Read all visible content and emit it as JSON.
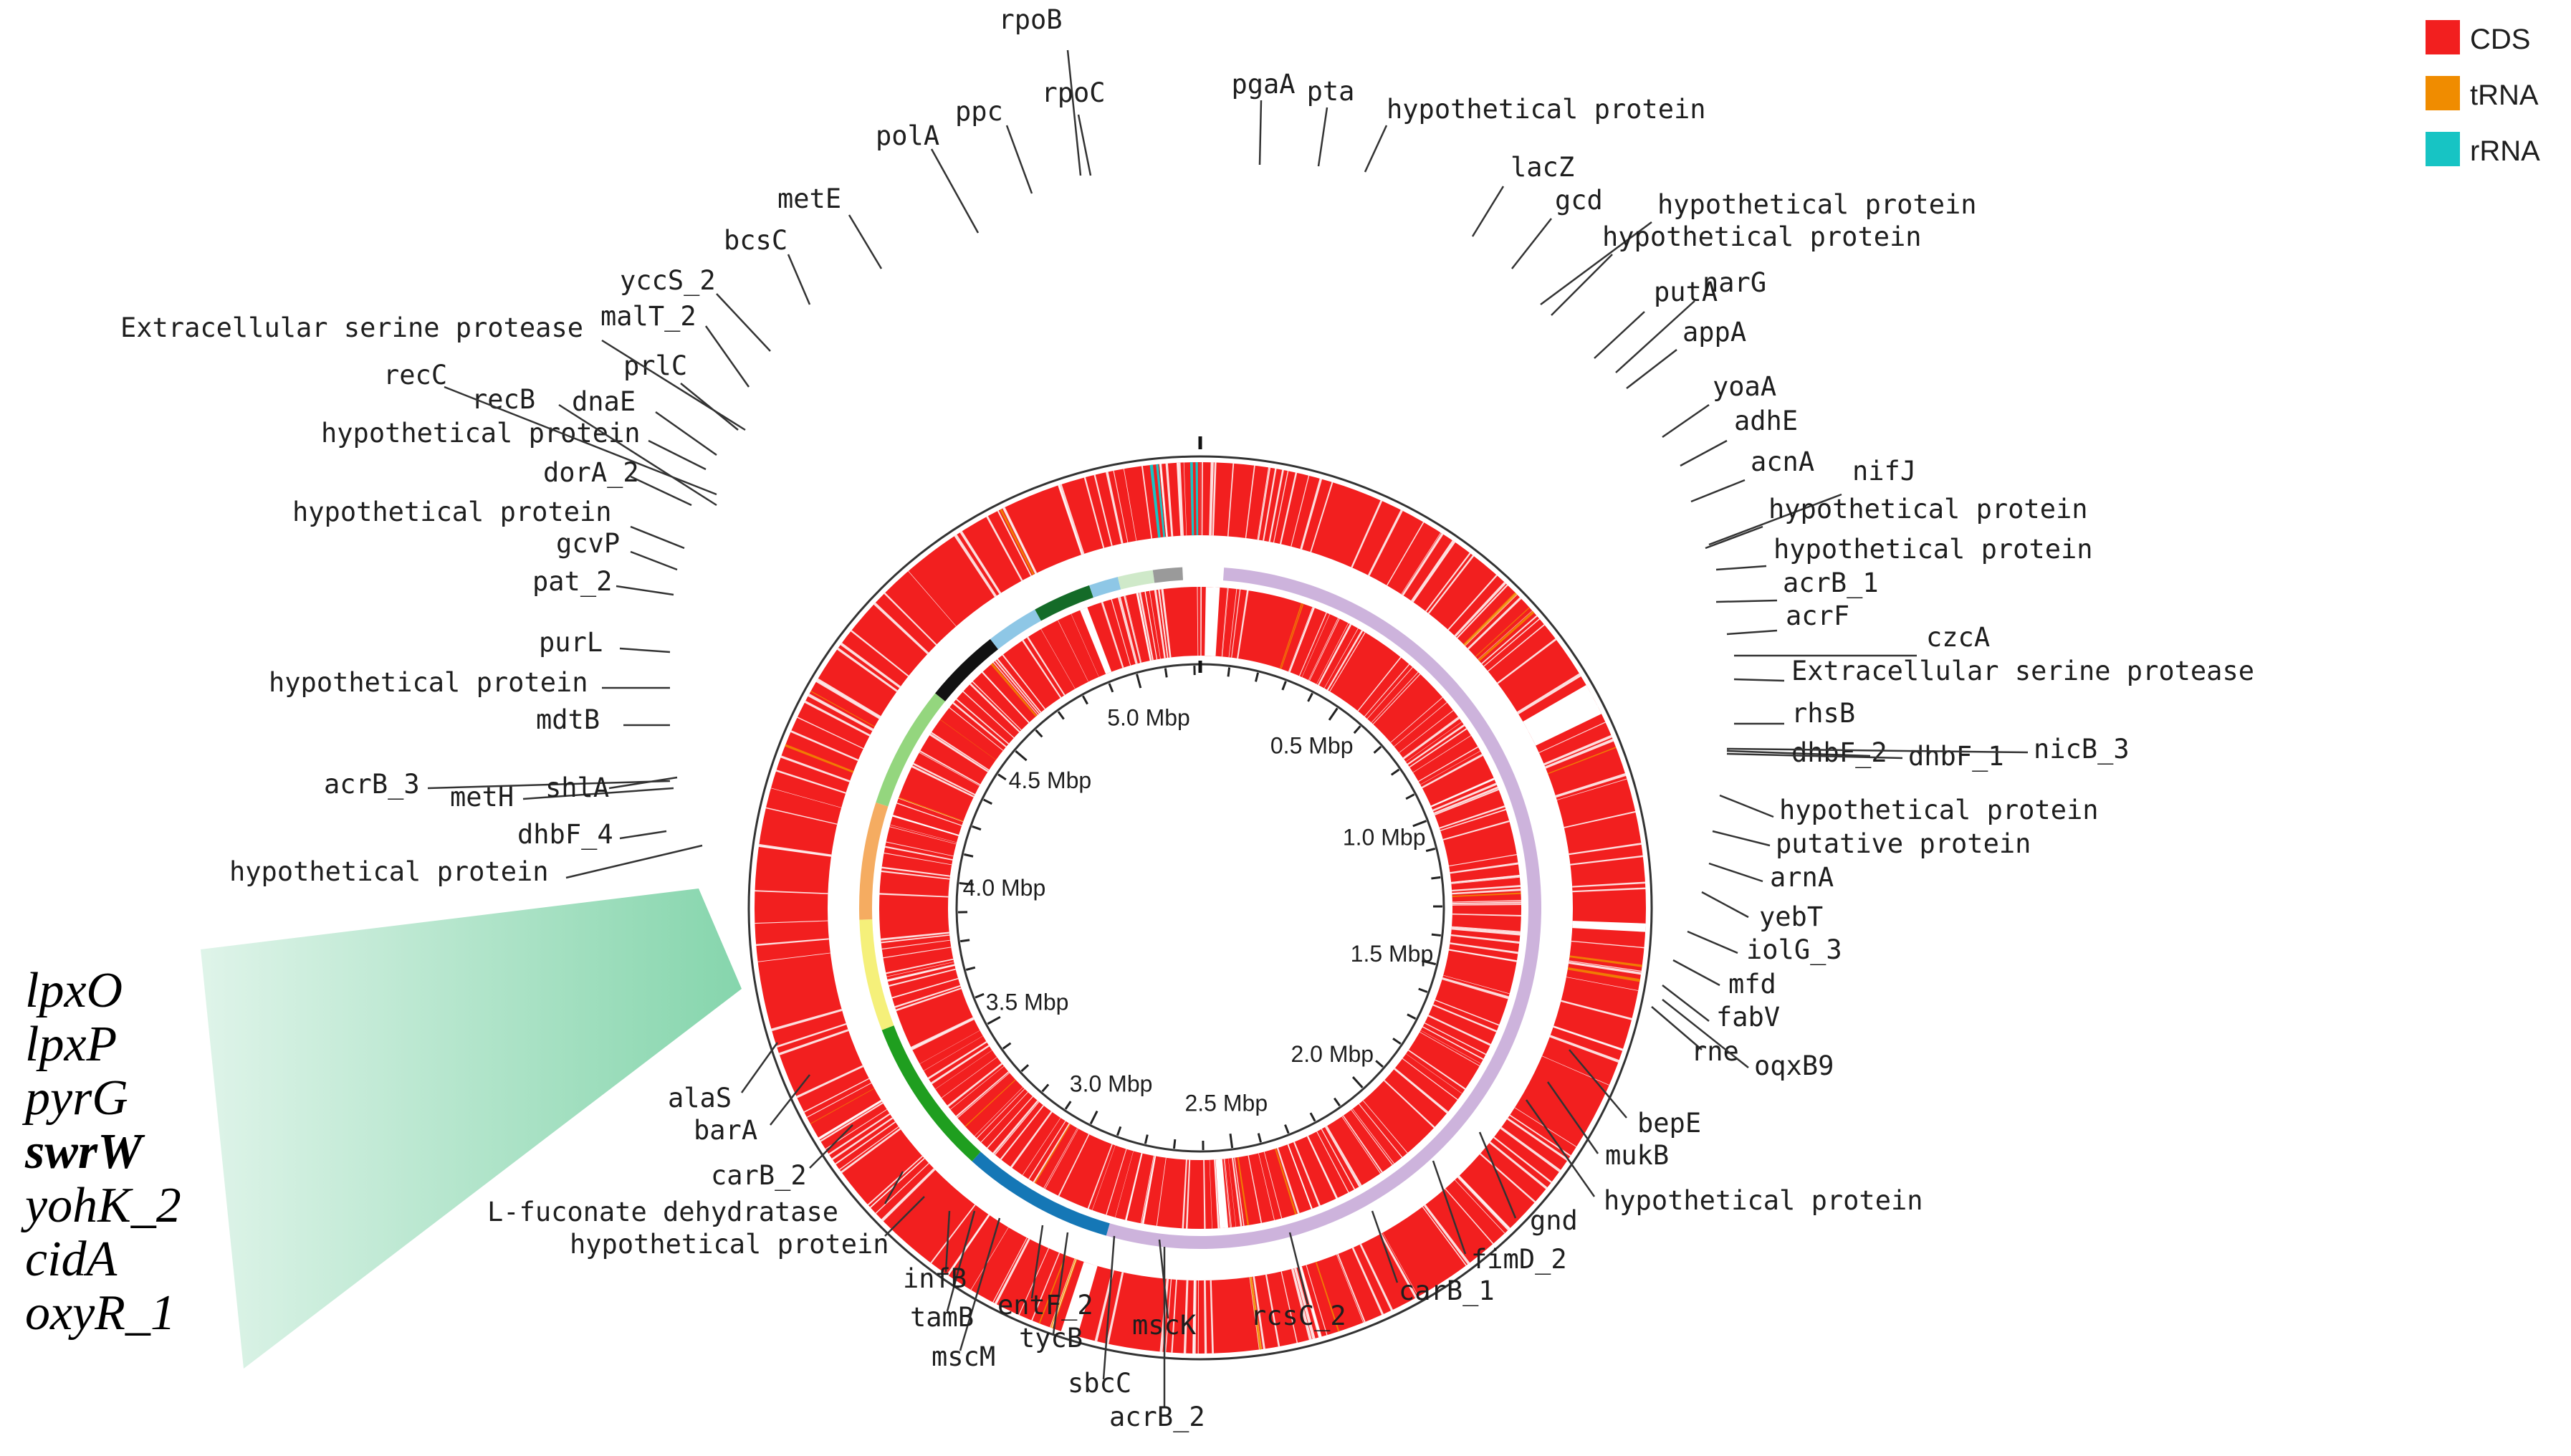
{
  "legend": [
    {
      "label": "CDS",
      "color": "#f21f1f"
    },
    {
      "label": "tRNA",
      "color": "#f08c00"
    },
    {
      "label": "rRNA",
      "color": "#17c4c4"
    }
  ],
  "genome": {
    "total_mbp": 5.22,
    "scale_labels": [
      "0.5 Mbp",
      "1.0 Mbp",
      "1.5 Mbp",
      "2.0 Mbp",
      "2.5 Mbp",
      "3.0 Mbp",
      "3.5 Mbp",
      "4.0 Mbp",
      "4.5 Mbp",
      "5.0 Mbp"
    ]
  },
  "gene_labels": [
    {
      "text": "rpoB"
    },
    {
      "text": "rpoC"
    },
    {
      "text": "pgaA"
    },
    {
      "text": "pta"
    },
    {
      "text": "hypothetical protein"
    },
    {
      "text": "lacZ"
    },
    {
      "text": "gcd"
    },
    {
      "text": "hypothetical protein"
    },
    {
      "text": "hypothetical protein"
    },
    {
      "text": "putA"
    },
    {
      "text": "narG"
    },
    {
      "text": "appA"
    },
    {
      "text": "yoaA"
    },
    {
      "text": "adhE"
    },
    {
      "text": "acnA"
    },
    {
      "text": "nifJ"
    },
    {
      "text": "hypothetical protein"
    },
    {
      "text": "hypothetical protein"
    },
    {
      "text": "acrB_1"
    },
    {
      "text": "acrF"
    },
    {
      "text": "czcA"
    },
    {
      "text": "Extracellular serine protease"
    },
    {
      "text": "rhsB"
    },
    {
      "text": "dhbF_2"
    },
    {
      "text": "dhbF_1"
    },
    {
      "text": "nicB_3"
    },
    {
      "text": "hypothetical protein"
    },
    {
      "text": "putative protein"
    },
    {
      "text": "arnA"
    },
    {
      "text": "yebT"
    },
    {
      "text": "iolG_3"
    },
    {
      "text": "mfd"
    },
    {
      "text": "fabV"
    },
    {
      "text": "rne"
    },
    {
      "text": "oqxB9"
    },
    {
      "text": "bepE"
    },
    {
      "text": "mukB"
    },
    {
      "text": "hypothetical protein"
    },
    {
      "text": "gnd"
    },
    {
      "text": "fimD_2"
    },
    {
      "text": "carB_1"
    },
    {
      "text": "rcsC_2"
    },
    {
      "text": "mscK"
    },
    {
      "text": "acrB_2"
    },
    {
      "text": "sbcC"
    },
    {
      "text": "tycB"
    },
    {
      "text": "entF_2"
    },
    {
      "text": "mscM"
    },
    {
      "text": "tamB"
    },
    {
      "text": "infB"
    },
    {
      "text": "hypothetical protein"
    },
    {
      "text": "L-fuconate dehydratase"
    },
    {
      "text": "carB_2"
    },
    {
      "text": "barA"
    },
    {
      "text": "alaS"
    },
    {
      "text": "hypothetical protein"
    },
    {
      "text": "dhbF_4"
    },
    {
      "text": "acrB_3"
    },
    {
      "text": "metH"
    },
    {
      "text": "shlA"
    },
    {
      "text": "mdtB"
    },
    {
      "text": "hypothetical protein"
    },
    {
      "text": "purL"
    },
    {
      "text": "pat_2"
    },
    {
      "text": "gcvP"
    },
    {
      "text": "hypothetical protein"
    },
    {
      "text": "dorA_2"
    },
    {
      "text": "hypothetical protein"
    },
    {
      "text": "recB"
    },
    {
      "text": "dnaE"
    },
    {
      "text": "recC"
    },
    {
      "text": "prlC"
    },
    {
      "text": "Extracellular serine protease"
    },
    {
      "text": "malT_2"
    },
    {
      "text": "yccS_2"
    },
    {
      "text": "bcsC"
    },
    {
      "text": "metE"
    },
    {
      "text": "polA"
    },
    {
      "text": "ppc"
    }
  ],
  "island_genes": [
    {
      "text": "lpxO",
      "bold": false
    },
    {
      "text": "lpxP",
      "bold": false
    },
    {
      "text": "pyrG",
      "bold": false
    },
    {
      "text": "swrW",
      "bold": true
    },
    {
      "text": "yohK_2",
      "bold": false
    },
    {
      "text": "cidA",
      "bold": false
    },
    {
      "text": "oxyR_1",
      "bold": false
    }
  ],
  "contig_ring_colors": {
    "main": "#cdb3dc",
    "blue": "#1577b6",
    "green": "#1f9e1f",
    "yellow": "#f5f07a",
    "orange": "#f5ac61",
    "lightgreen": "#94d67e",
    "black": "#111111",
    "lightblue": "#8ec7e6",
    "darkgreen": "#146b28",
    "grey": "#9a9a9a"
  },
  "island_wedge_color": "#7fd3a8"
}
